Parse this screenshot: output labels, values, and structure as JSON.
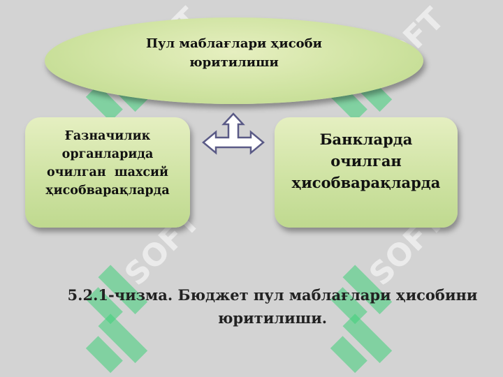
{
  "diagram": {
    "top_node": {
      "lines": [
        "Пул маблағлари ҳисоби",
        "юритилиши"
      ]
    },
    "left_node": {
      "lines": [
        "Ғазначилик",
        "органларида",
        "очилган  шахсий",
        "ҳисобварақларда"
      ]
    },
    "right_node": {
      "lines": [
        "Банкларда",
        "очилган",
        "ҳисобварақларда"
      ]
    },
    "connector_icon": "three-way-arrow-icon",
    "caption": {
      "lines": [
        "5.2.1-чизма. Бюджет пул маблағлари ҳисобини",
        "юритилиши."
      ]
    },
    "watermark": {
      "text": "SOFT",
      "logo_icon": "soft-logo-icon"
    }
  }
}
